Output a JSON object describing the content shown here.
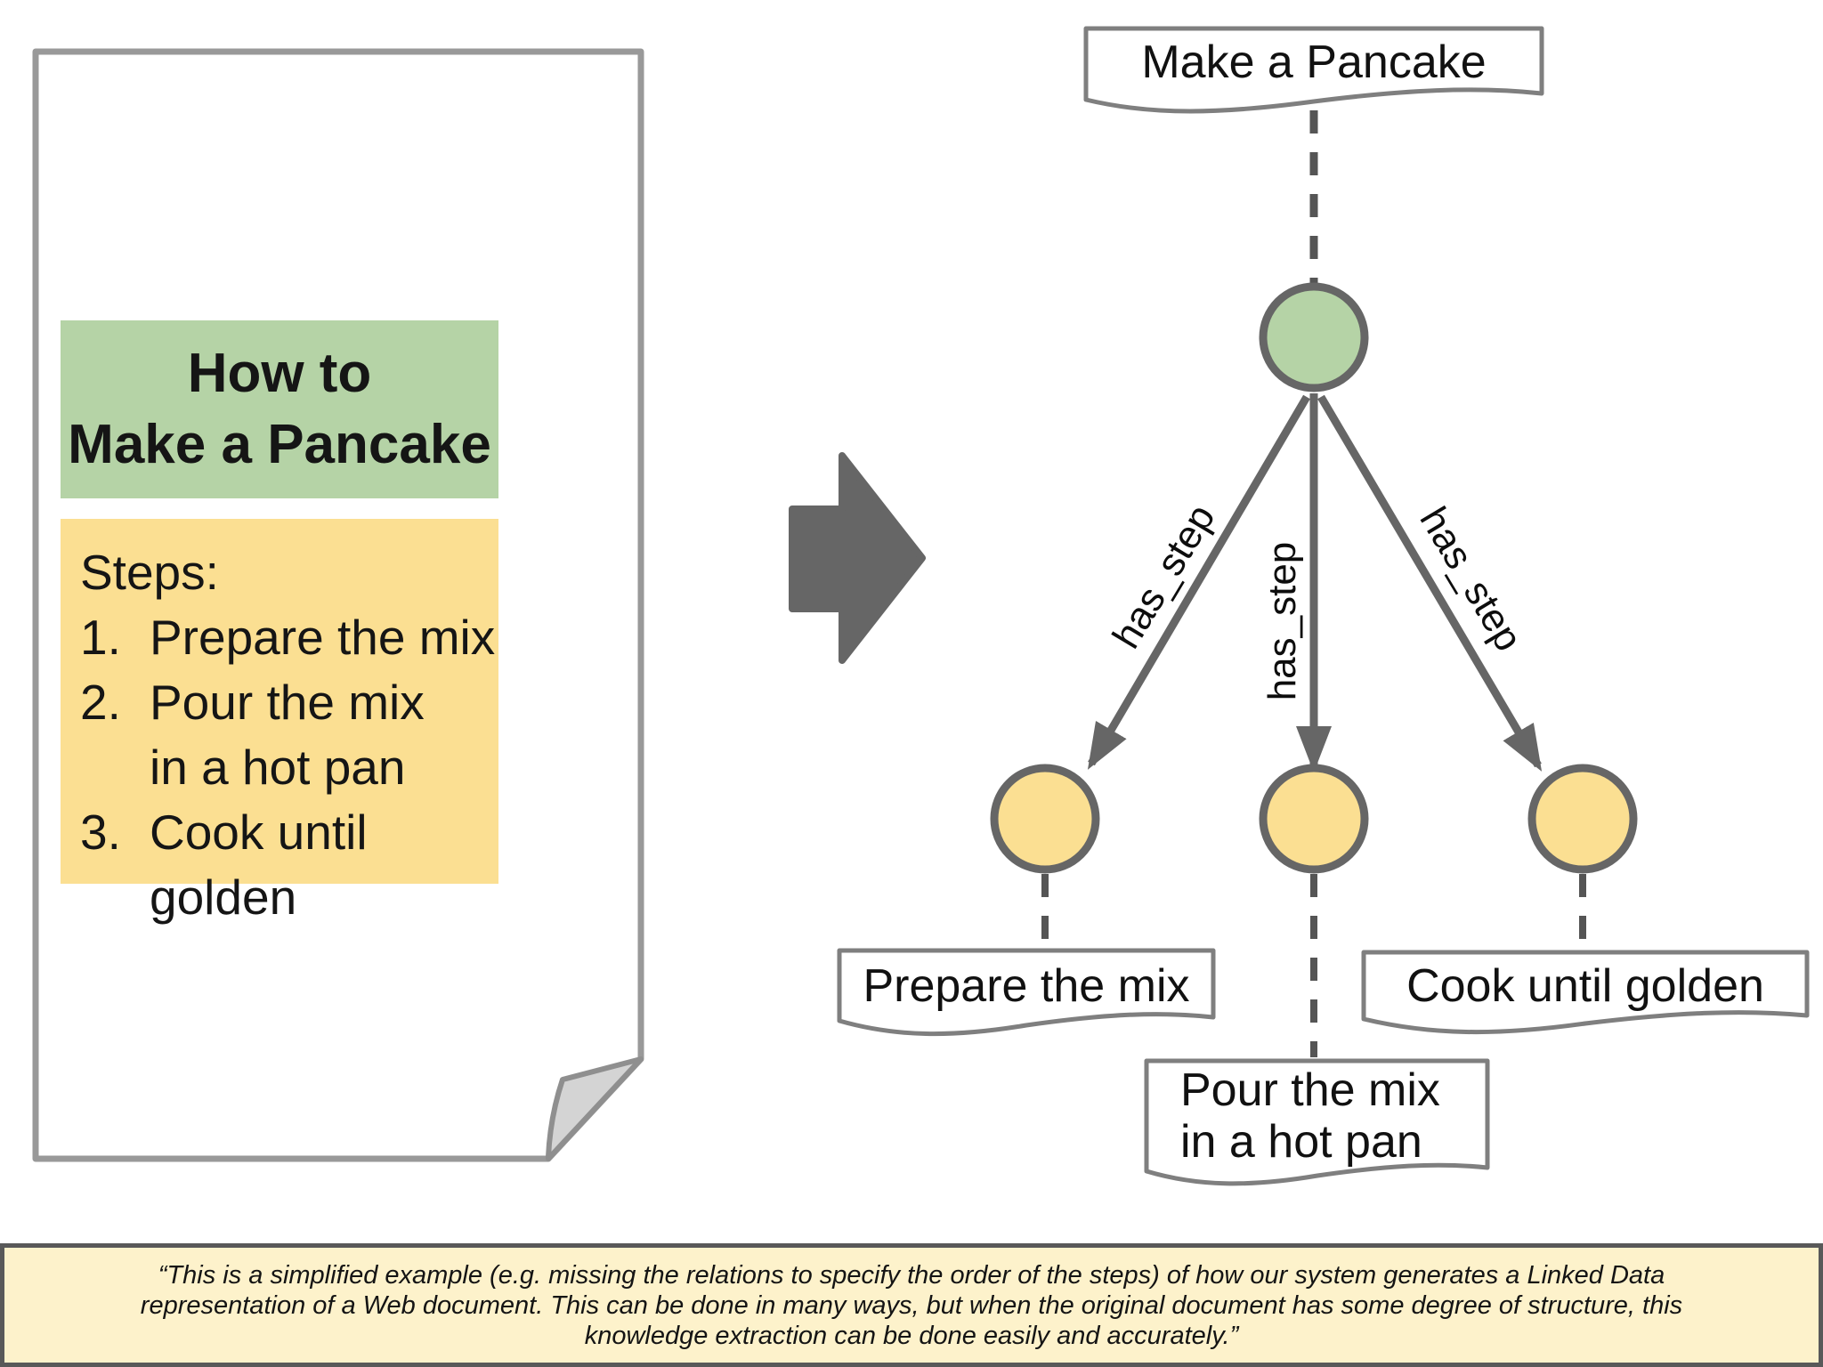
{
  "colors": {
    "highlight_green": "#b5d3a6",
    "highlight_yellow": "#fbdf92",
    "caption_background": "#fdf2cb",
    "caption_border": "#595959",
    "shape_gray": "#666666",
    "page_border_gray": "#999999",
    "label_box_border": "#7f7f7f",
    "fold_gray": "#d4d4d4",
    "text_black": "#111111"
  },
  "document": {
    "title_lines": [
      "How to",
      "Make a Pancake"
    ],
    "steps_heading": "Steps:",
    "steps": [
      {
        "num": "1.",
        "lines": [
          "Prepare the mix",
          ""
        ]
      },
      {
        "num": "2.",
        "lines": [
          "Pour the mix",
          "in a hot pan"
        ]
      },
      {
        "num": "3.",
        "lines": [
          "Cook until golden",
          ""
        ]
      }
    ]
  },
  "graph": {
    "root_label": "Make a Pancake",
    "edge_label": "has_step",
    "step_nodes": {
      "left": "Prepare the mix",
      "middle_lines": [
        "Pour the mix",
        "in a hot pan"
      ],
      "right": "Cook until golden"
    }
  },
  "caption": {
    "lines": [
      "“This is a simplified example (e.g. missing the relations to specify the order of the steps) of how our system generates a Linked Data",
      "representation of a Web document. This can be done in many ways, but when the original document has some degree of structure, this",
      "knowledge extraction can be done easily and accurately.”"
    ]
  }
}
